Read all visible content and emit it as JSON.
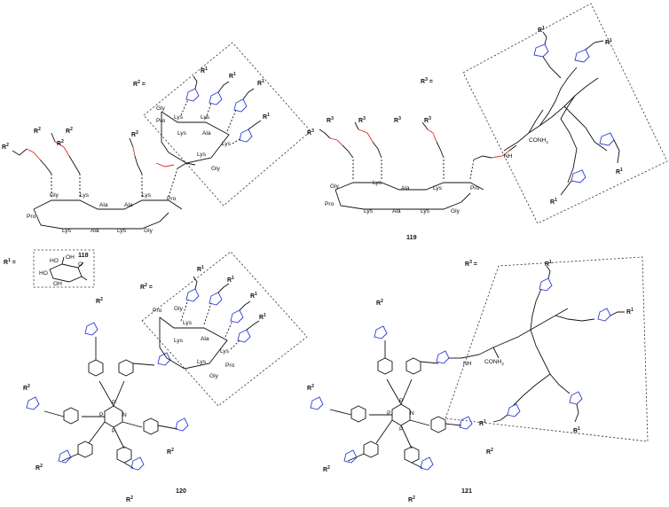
{
  "compounds": {
    "c118": "118",
    "c119": "119",
    "c120": "120",
    "c121": "121"
  },
  "residues": {
    "gly": "Gly",
    "pro": "Pro",
    "lys": "Lys",
    "ala": "Ala"
  },
  "r_labels": {
    "r1": "R",
    "r1_sup": "1",
    "r2": "R",
    "r2_sup": "2",
    "r3": "R",
    "r3_sup": "3",
    "eq": " ="
  },
  "atoms": {
    "N": "N",
    "O": "O",
    "P": "P",
    "OH": "OH",
    "HO": "HO",
    "CONH2": "CONH",
    "CONH2_sub": "2",
    "NH": "NH",
    "H": "H"
  },
  "colors": {
    "oxime": "#e0291f",
    "triazole": "#2a3fd6",
    "black": "#111111"
  }
}
